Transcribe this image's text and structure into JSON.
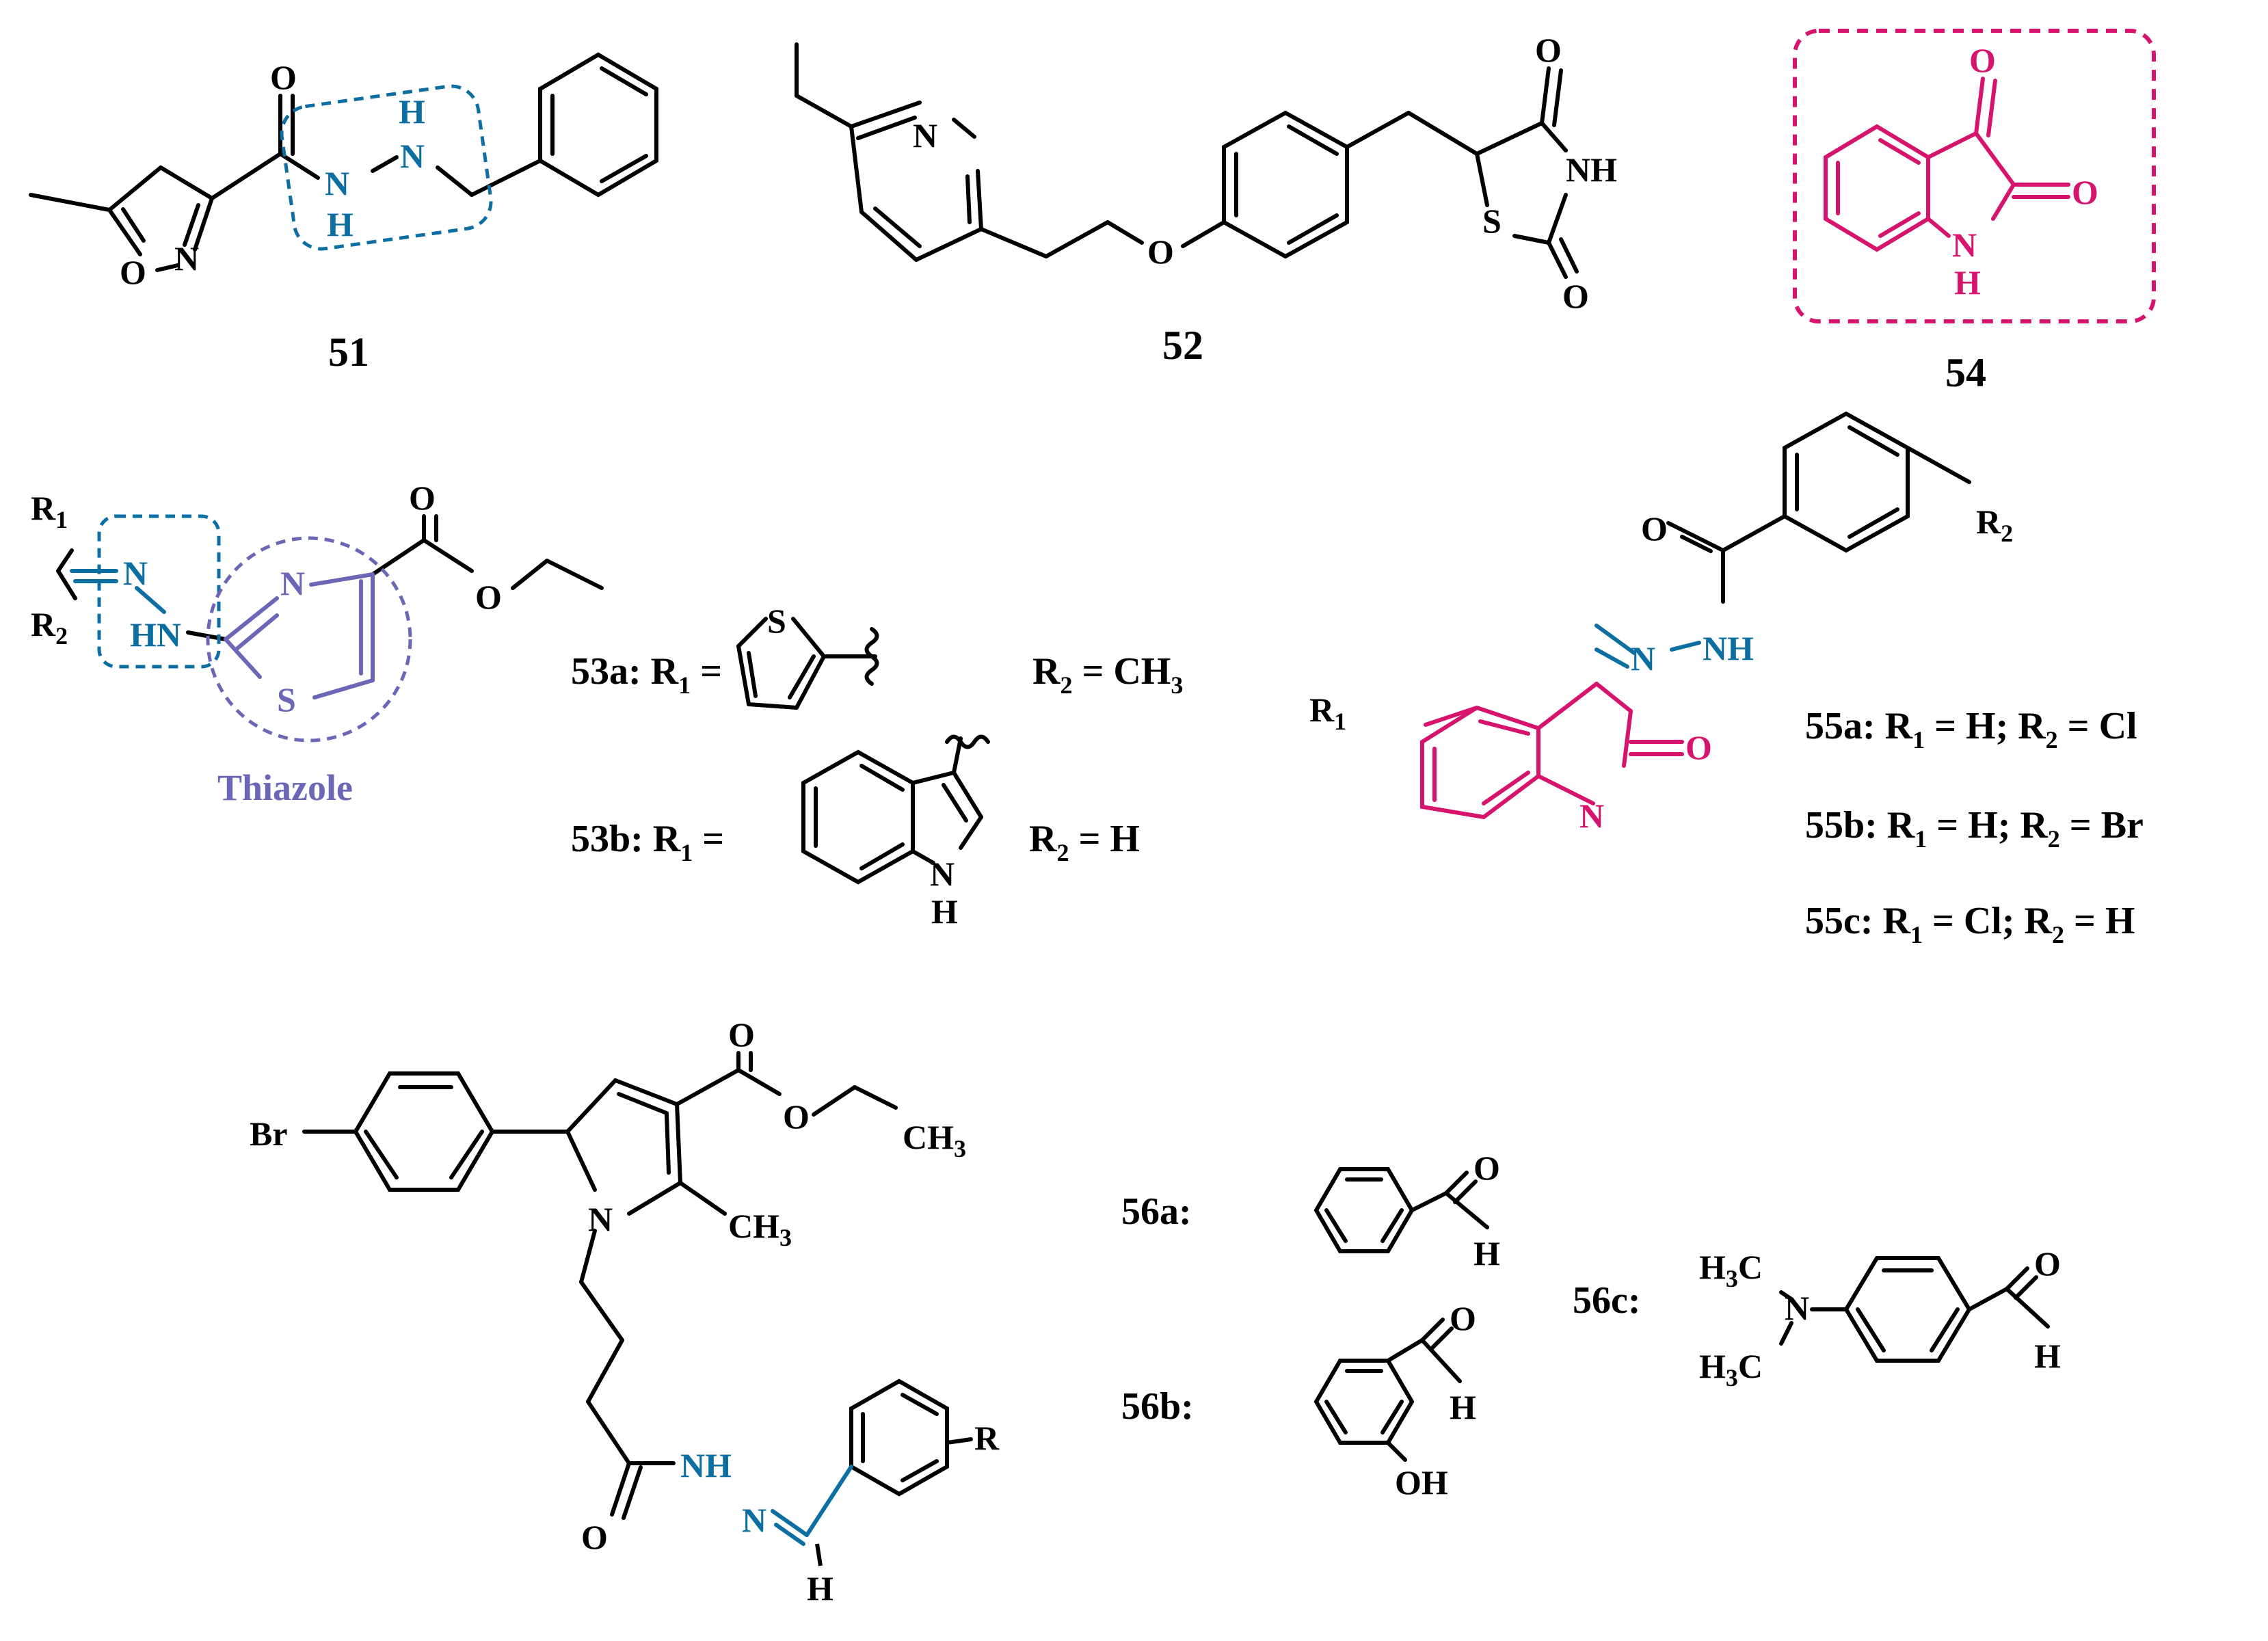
{
  "colors": {
    "black": "#000000",
    "hydrazone_blue": "#0d6fa1",
    "isatin_magenta": "#d6146d",
    "thiazole_purple": "#6b66b5"
  },
  "compounds": {
    "c51": {
      "number": "51",
      "atoms": {
        "o": "O",
        "n1": "N",
        "nh_a": "N",
        "h_a": "H",
        "nh_b": "N",
        "h_b": "H",
        "o_ring": "O",
        "n_ring": "N"
      }
    },
    "c52": {
      "number": "52",
      "atoms": {
        "n_py": "N",
        "o_ether": "O",
        "o_top": "O",
        "nh": "NH",
        "s": "S",
        "o_bot": "O"
      }
    },
    "c54": {
      "number": "54",
      "atoms": {
        "o1": "O",
        "o2": "O",
        "nh_n": "N",
        "nh_h": "H"
      }
    },
    "c53": {
      "atoms": {
        "r1": "R",
        "r1_sub": "1",
        "r2": "R",
        "r2_sub": "2",
        "n": "N",
        "hn": "HN",
        "n_ring": "N",
        "s_ring": "S",
        "o_top": "O",
        "o_est": "O"
      },
      "ring_label": "Thiazole",
      "variants": [
        {
          "id": "53a",
          "label_pre": "53a: R",
          "sub": "1",
          "label_post": " =",
          "r2_pre": "R",
          "r2_sub": "2",
          "r2_post": " = CH",
          "r2_sub2": "3",
          "s_atom": "S"
        },
        {
          "id": "53b",
          "label_pre": "53b: R",
          "sub": "1",
          "label_post": " =",
          "r2_pre": "R",
          "r2_sub": "2",
          "r2_post": " = H",
          "nh_n": "N",
          "nh_h": "H"
        }
      ]
    },
    "c55": {
      "atoms": {
        "o_top": "O",
        "r2": "R",
        "r2_sub": "2",
        "n_eq": "N",
        "nh": "NH",
        "r1": "R",
        "r1_sub": "1",
        "o_ring": "O",
        "n_ring": "N"
      },
      "variants": [
        {
          "label": "55a: R",
          "s1": "1",
          "mid": " = H; R",
          "s2": "2",
          "end": " = Cl"
        },
        {
          "label": "55b: R",
          "s1": "1",
          "mid": " = H; R",
          "s2": "2",
          "end": " = Br"
        },
        {
          "label": "55c: R",
          "s1": "1",
          "mid": " = Cl; R",
          "s2": "2",
          "end": " = H"
        }
      ]
    },
    "c56": {
      "atoms": {
        "br": "Br",
        "o_top": "O",
        "o_est": "O",
        "ch3_a": "CH",
        "ch3_a_sub": "3",
        "n_pyr": "N",
        "ch3_b": "CH",
        "ch3_b_sub": "3",
        "nh": "NH",
        "o_amide": "O",
        "n_eq": "N",
        "h": "H",
        "r": "R"
      },
      "variants": {
        "a": {
          "label": "56a:",
          "o": "O",
          "h": "H"
        },
        "b": {
          "label": "56b:",
          "o": "O",
          "h": "H",
          "oh": "OH"
        },
        "c": {
          "label": "56c:",
          "h3c_top": "H",
          "h3c_top_sub": "3",
          "h3c_top_c": "C",
          "n": "N",
          "h3c_bot": "H",
          "h3c_bot_sub": "3",
          "h3c_bot_c": "C",
          "o": "O",
          "h": "H"
        }
      }
    }
  }
}
